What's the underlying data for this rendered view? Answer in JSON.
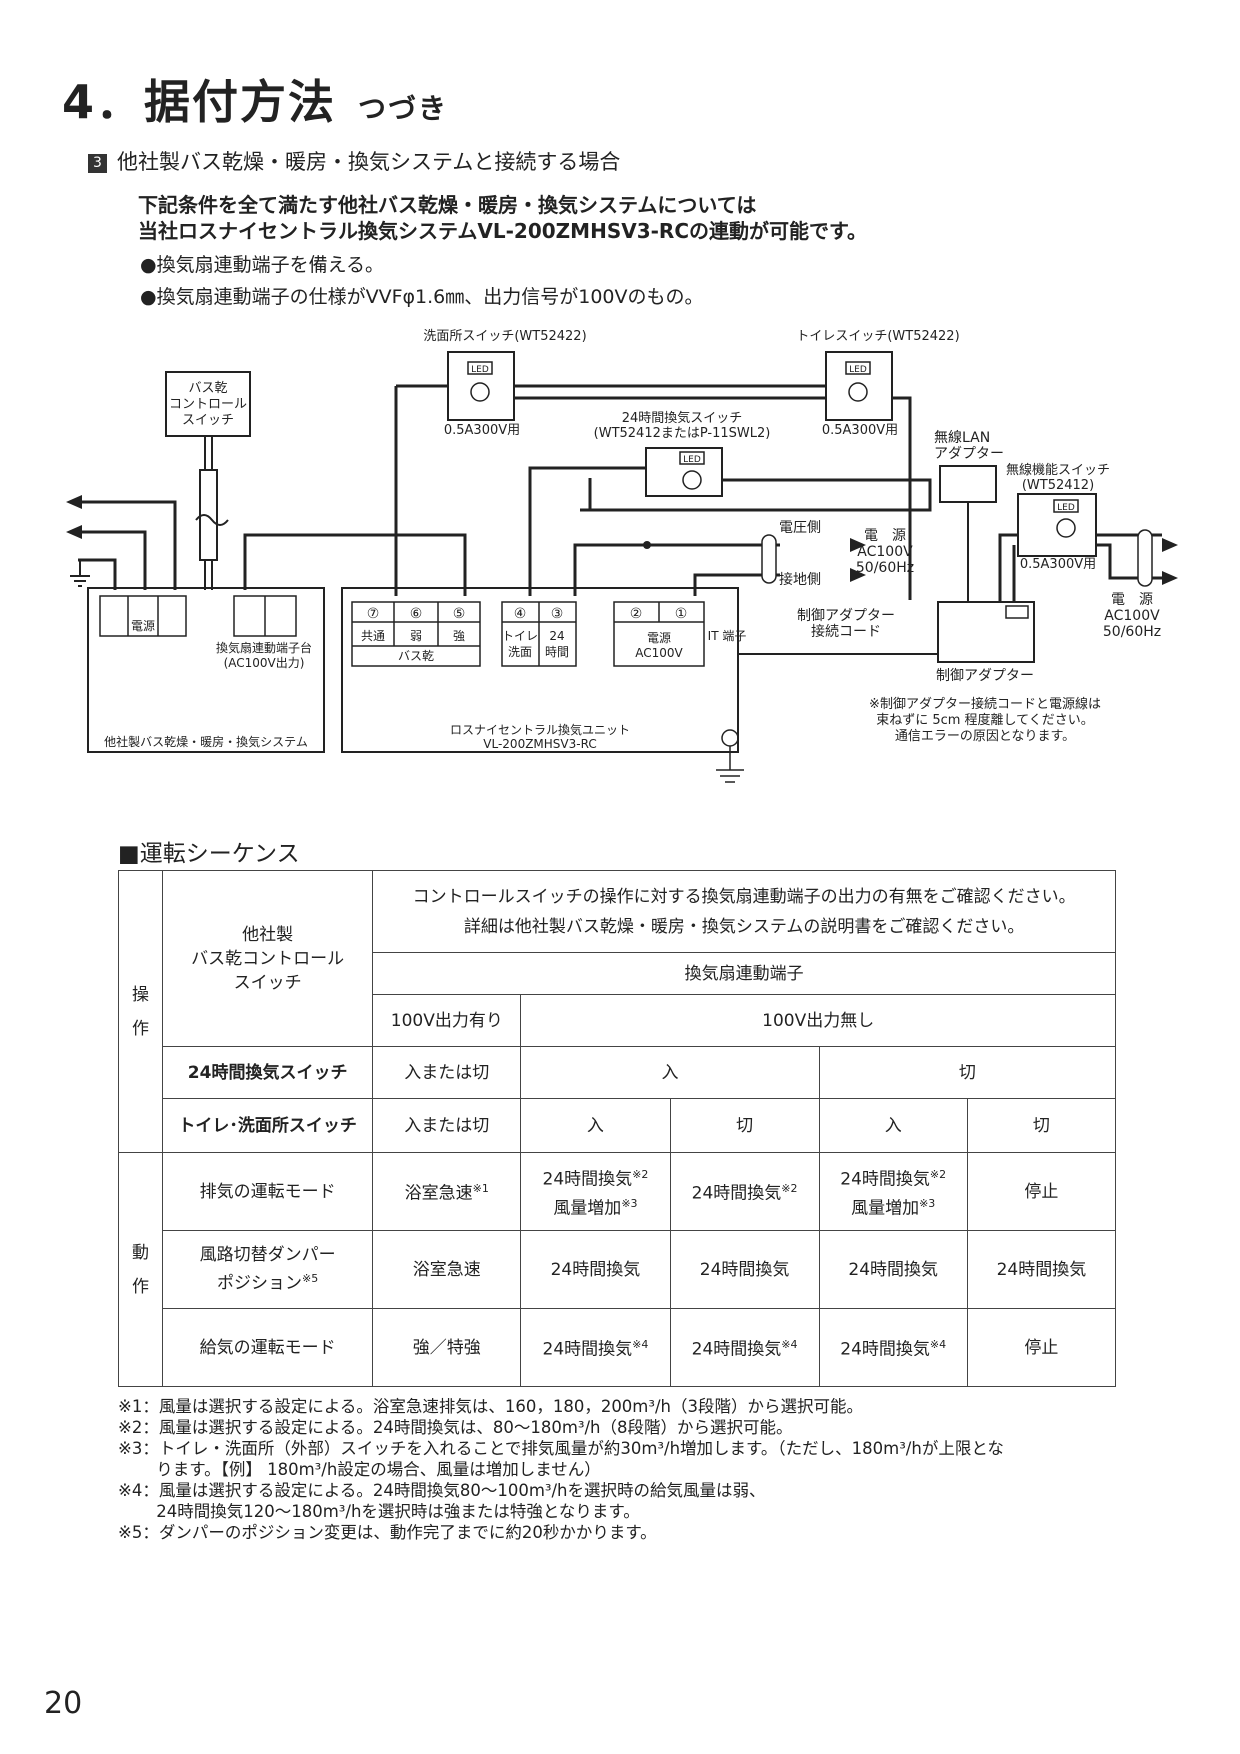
{
  "heading": {
    "title": "4．据付方法",
    "subtitle": "つづき"
  },
  "section": {
    "number": "3",
    "title": "他社製バス乾燥・暖房・換気システムと接続する場合"
  },
  "intro": {
    "line1": "下記条件を全て満たす他社バス乾燥・暖房・換気システムについては",
    "line2": "当社ロスナイセントラル換気システムVL-200ZMHSV3-RCの連動が可能です。"
  },
  "bullets": [
    "●換気扇連動端子を備える。",
    "●換気扇連動端子の仕様がVVFφ1.6㎜、出力信号が100Vのもの。"
  ],
  "diagram": {
    "wash_switch": "洗面所スイッチ(WT52422)",
    "toilet_switch": "トイレスイッチ(WT52422)",
    "rating": "0.5A300V用",
    "led": "LED",
    "h24_switch_1": "24時間換気スイッチ",
    "h24_switch_2": "(WT52412またはP-11SWL2)",
    "bath_ctrl": [
      "バス乾",
      "コントロール",
      "スイッチ"
    ],
    "wlan_1": "無線LAN",
    "wlan_2": "アダプター",
    "wireless_sw_1": "無線機能スイッチ",
    "wireless_sw_2": "(WT52412)",
    "voltage_side": "電圧側",
    "ground_side": "接地側",
    "power_label": "電　源",
    "ac": "AC100V",
    "hz": "50/60Hz",
    "power": "電源",
    "link_terminal_1": "換気扇連動端子台",
    "link_terminal_2": "(AC100V出力)",
    "other_system": "他社製バス乾燥・暖房・換気システム",
    "terminals": [
      "⑦",
      "⑥",
      "⑤",
      "④",
      "③",
      "②",
      "①"
    ],
    "t_common": "共通",
    "t_weak": "弱",
    "t_strong": "強",
    "t_bath": "バス乾",
    "t_toilet_1": "トイレ",
    "t_toilet_2": "洗面",
    "t_24_1": "24",
    "t_24_2": "時間",
    "t_ac": "AC100V",
    "it": "IT 端子",
    "cord_1": "制御アダプター",
    "cord_2": "接続コード",
    "adapter": "制御アダプター",
    "unit_1": "ロスナイセントラル換気ユニット",
    "unit_2": "VL-200ZMHSV3-RC",
    "note_1": "※制御アダプター接続コードと電源線は",
    "note_2": "束ねずに 5cm 程度離してください。",
    "note_3": "通信エラーの原因となります。"
  },
  "sequence": {
    "title": "■運転シーケンス",
    "op": [
      "操",
      "作"
    ],
    "act": [
      "動",
      "作"
    ],
    "ctrl_sw": [
      "他社製",
      "バス乾コントロール",
      "スイッチ"
    ],
    "ctrl_note_1": "コントロールスイッチの操作に対する換気扇連動端子の出力の有無をご確認ください。",
    "ctrl_note_2": "詳細は他社製バス乾燥・暖房・換気システムの説明書をご確認ください。",
    "terminal": "換気扇連動端子",
    "out_yes": "100V出力有り",
    "out_no": "100V出力無し",
    "sw24": "24時間換気スイッチ",
    "on_or_off": "入または切",
    "on": "入",
    "off": "切",
    "toilet_sw": "トイレ･洗面所スイッチ",
    "exhaust": "排気の運転モード",
    "damper_1": "風路切替ダンパー",
    "damper_2": "ポジション",
    "supply": "給気の運転モード",
    "bath_rapid": "浴室急速",
    "h24": "24時間換気",
    "flow_up": "風量増加",
    "stop": "停止",
    "strong": "強／特強",
    "m1": "※1",
    "m2": "※2",
    "m3": "※3",
    "m4": "※4",
    "m5": "※5"
  },
  "notes": [
    "※1：風量は選択する設定による。浴室急速排気は、160，180，200m³/h（3段階）から選択可能。",
    "※2：風量は選択する設定による。24時間換気は、80～180m³/h（8段階）から選択可能。",
    "※3：トイレ・洗面所（外部）スイッチを入れることで排気風量が約30m³/h増加します。（ただし、180m³/hが上限とな",
    "　　 ります。【例】 180m³/h設定の場合、風量は増加しません）",
    "※4：風量は選択する設定による。24時間換気80～100m³/hを選択時の給気風量は弱、",
    "　　 24時間換気120～180m³/hを選択時は強または特強となります。",
    "※5：ダンパーのポジション変更は、動作完了までに約20秒かかります。"
  ],
  "page_number": "20"
}
